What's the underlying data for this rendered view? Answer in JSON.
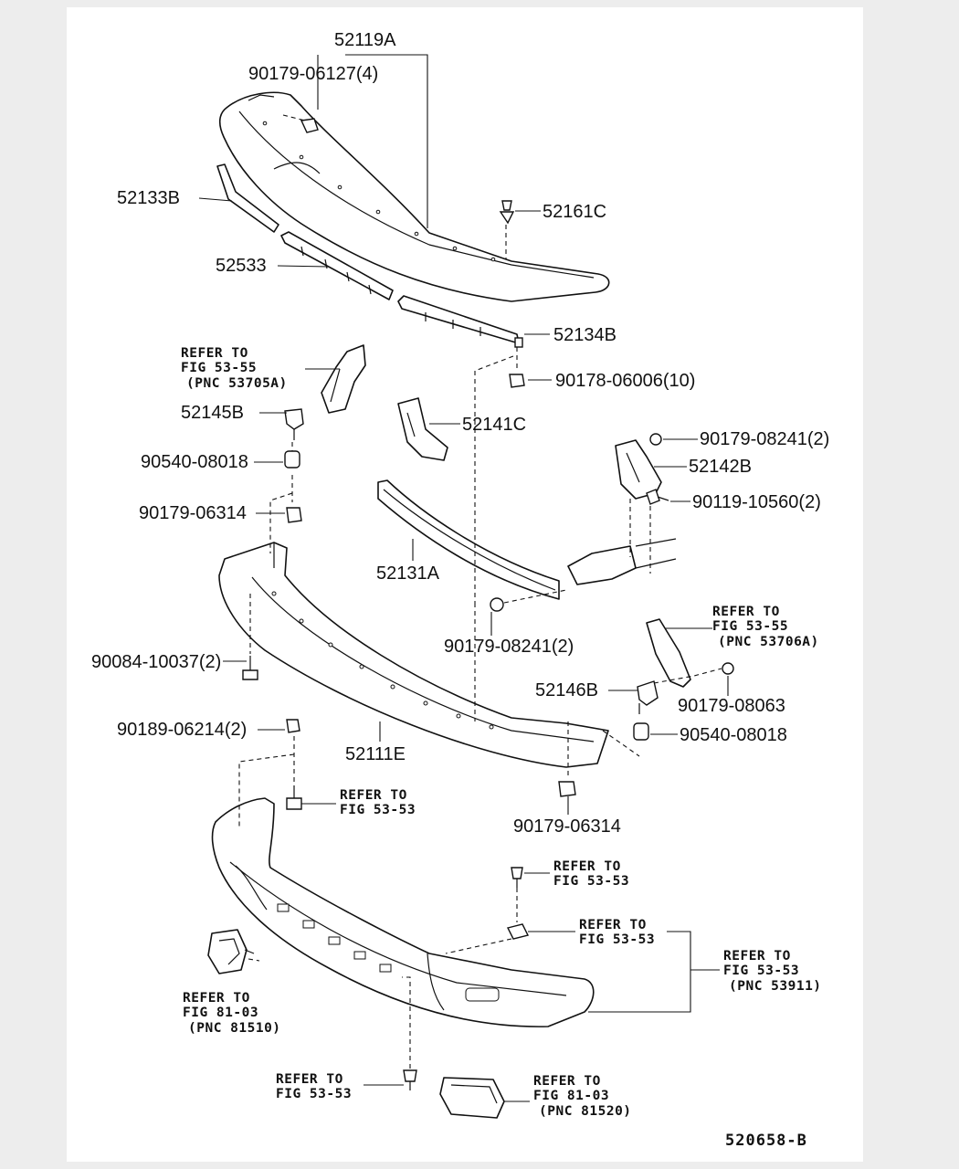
{
  "diagram": {
    "labels": {
      "p52119A": "52119A",
      "p90179_06127": "90179-06127(4)",
      "p52133B": "52133B",
      "p52161C": "52161C",
      "p52533": "52533",
      "p52134B": "52134B",
      "p90178_06006": "90178-06006(10)",
      "p52145B": "52145B",
      "p52141C": "52141C",
      "p90179_08241_a": "90179-08241(2)",
      "p52142B": "52142B",
      "p90540_08018_a": "90540-08018",
      "p90179_06314_a": "90179-06314",
      "p90119_10560": "90119-10560(2)",
      "p52131A": "52131A",
      "p90179_08241_b": "90179-08241(2)",
      "p90084_10037": "90084-10037(2)",
      "p52146B": "52146B",
      "p90179_08063": "90179-08063",
      "p90189_06214": "90189-06214(2)",
      "p52111E": "52111E",
      "p90540_08018_b": "90540-08018",
      "p90179_06314_b": "90179-06314"
    },
    "references": {
      "r1": [
        "REFER TO",
        "FIG 53-55",
        "(PNC 53705A)"
      ],
      "r2": [
        "REFER TO",
        "FIG 53-55",
        "(PNC 53706A)"
      ],
      "r3": [
        "REFER TO",
        "FIG 53-53"
      ],
      "r4": [
        "REFER TO",
        "FIG 53-53"
      ],
      "r5": [
        "REFER TO",
        "FIG 53-53"
      ],
      "r6": [
        "REFER TO",
        "FIG 53-53",
        "(PNC 53911)"
      ],
      "r7": [
        "REFER TO",
        "FIG 81-03",
        "(PNC 81510)"
      ],
      "r8": [
        "REFER TO",
        "FIG 53-53"
      ],
      "r9": [
        "REFER TO",
        "FIG 81-03",
        "(PNC 81520)"
      ]
    },
    "figure_code": "520658-B"
  }
}
